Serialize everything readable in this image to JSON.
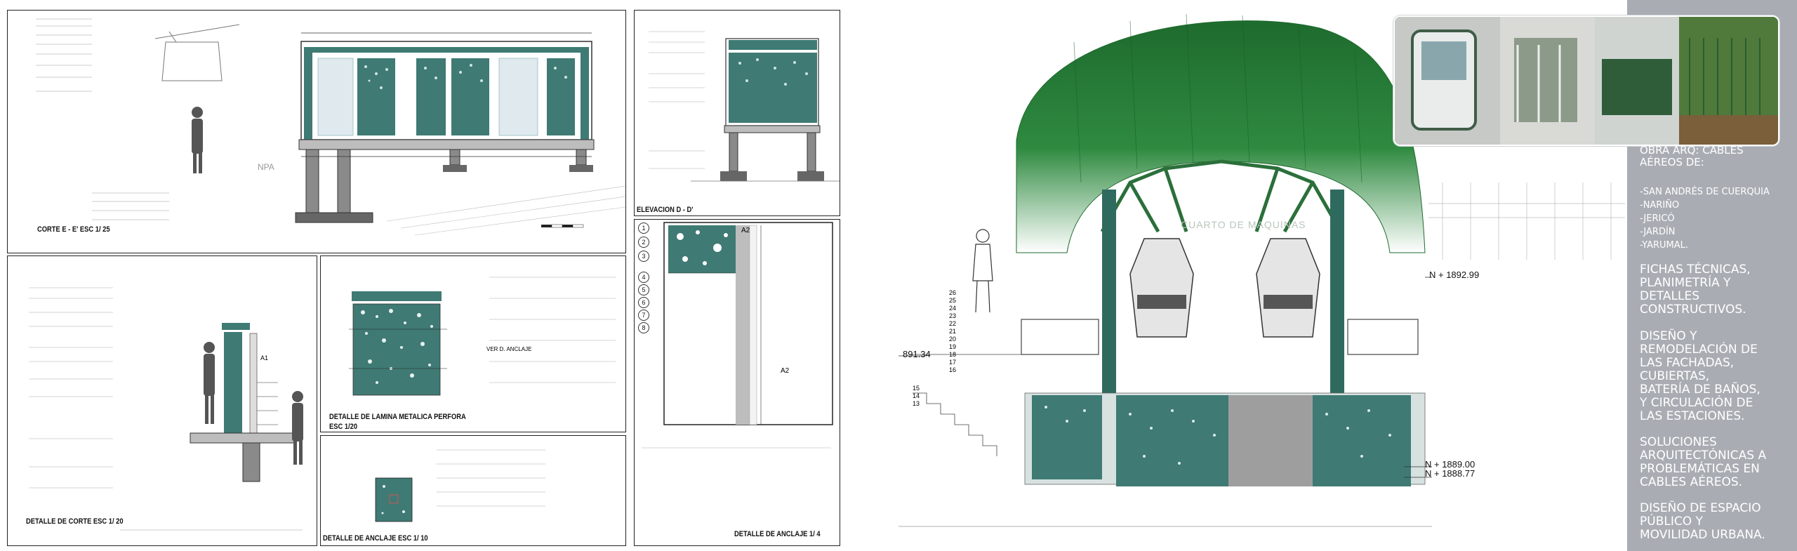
{
  "colors": {
    "panel_bg": "#a9adb3",
    "panel_text": "#ffffff",
    "teal": "#3f7a74",
    "green_roof": "#1e6b2e",
    "line": "#222222"
  },
  "sheet1": {
    "titles": {
      "corte_ee": "CORTE  E - E'  ESC 1/ 25",
      "elevacion_dd": "ELEVACION   D - D'",
      "detalle_corte": "DETALLE DE CORTE ESC 1/ 20",
      "detalle_lamina": "DETALLE DE LAMINA METALICA PERFORA",
      "detalle_lamina_esc": "ESC 1/20",
      "detalle_anclaje_10": "DETALLE DE ANCLAJE ESC 1/ 10",
      "detalle_anclaje_4": "DETALLE DE ANCLAJE 1/ 4"
    },
    "labels": {
      "npa": "NPA",
      "ver_d_anclaje": "VER D. ANCLAJE",
      "a1": "A1",
      "a2": "A2",
      "a2b": "A2"
    },
    "legend_numbers": [
      "1",
      "2",
      "3",
      "4",
      "5",
      "6",
      "7",
      "8"
    ]
  },
  "render": {
    "levels": {
      "top": "N + 1892.99",
      "mid": "N + 1889.00",
      "low": "N + 1888.77",
      "left": "891.34"
    },
    "stair_numbers": [
      "26",
      "25",
      "24",
      "23",
      "22",
      "21",
      "20",
      "19",
      "18",
      "17",
      "16",
      "15",
      "14",
      "13"
    ],
    "sign": "CUARTO DE MAQUINAS"
  },
  "panel": {
    "heading": [
      "OBRA ARQ: CABLES",
      "AÉREOS DE:"
    ],
    "list": [
      "-SAN ANDRÉS DE CUERQUIA",
      "-NARIÑO",
      "-JERICÓ",
      "-JARDÍN",
      "-YARUMAL."
    ],
    "sections": [
      [
        "FICHAS TÉCNICAS,",
        "PLANIMETRÍA Y",
        "DETALLES",
        "CONSTRUCTIVOS."
      ],
      [
        "DISEÑO Y",
        "REMODELACIÓN DE",
        "LAS FACHADAS,",
        "CUBIERTAS,",
        "BATERÍA DE BAÑOS,",
        "Y CIRCULACIÓN DE",
        "LAS ESTACIONES."
      ],
      [
        "SOLUCIONES",
        "ARQUITECTÓNICAS A",
        "PROBLEMÁTICAS EN",
        "CABLES AÉREOS."
      ],
      [
        "DISEÑO DE ESPACIO",
        "PÚBLICO Y",
        "MOVILIDAD URBANA."
      ]
    ]
  }
}
